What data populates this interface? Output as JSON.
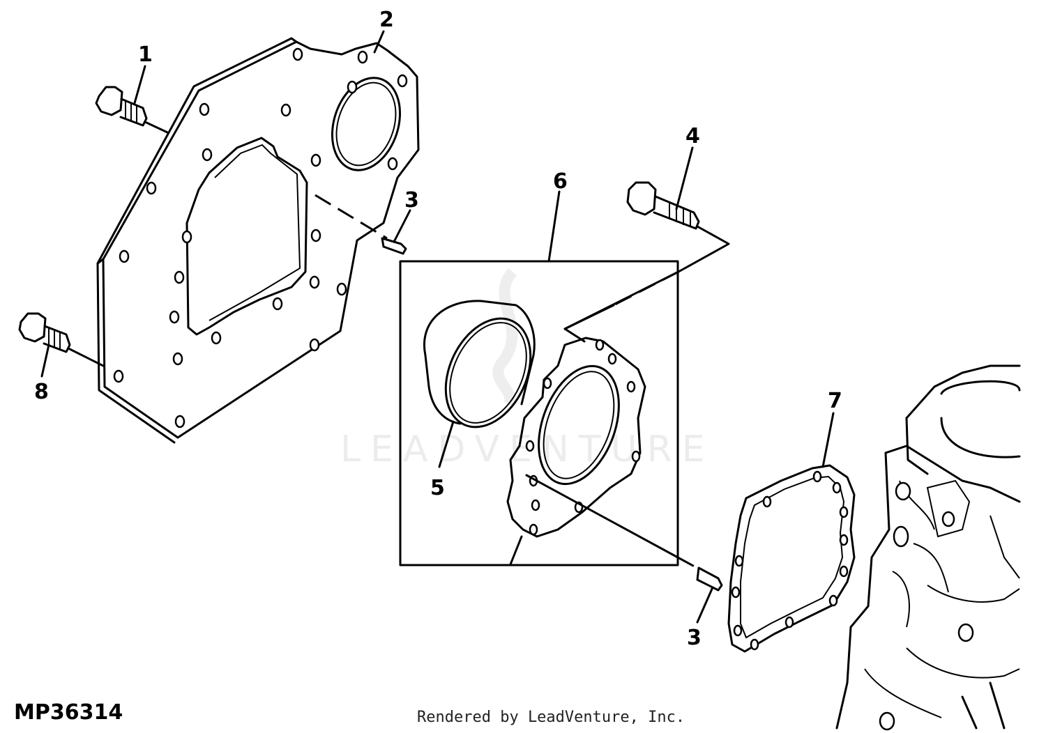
{
  "diagram": {
    "figure_id": "MP36314",
    "credit": "Rendered by LeadVenture, Inc.",
    "watermark": "LEADVENTURE",
    "callouts": [
      {
        "id": "c1",
        "label": "1"
      },
      {
        "id": "c2",
        "label": "2"
      },
      {
        "id": "c3a",
        "label": "3"
      },
      {
        "id": "c3b",
        "label": "3"
      },
      {
        "id": "c4",
        "label": "4"
      },
      {
        "id": "c5",
        "label": "5"
      },
      {
        "id": "c6",
        "label": "6"
      },
      {
        "id": "c7",
        "label": "7"
      },
      {
        "id": "c8",
        "label": "8"
      }
    ]
  }
}
